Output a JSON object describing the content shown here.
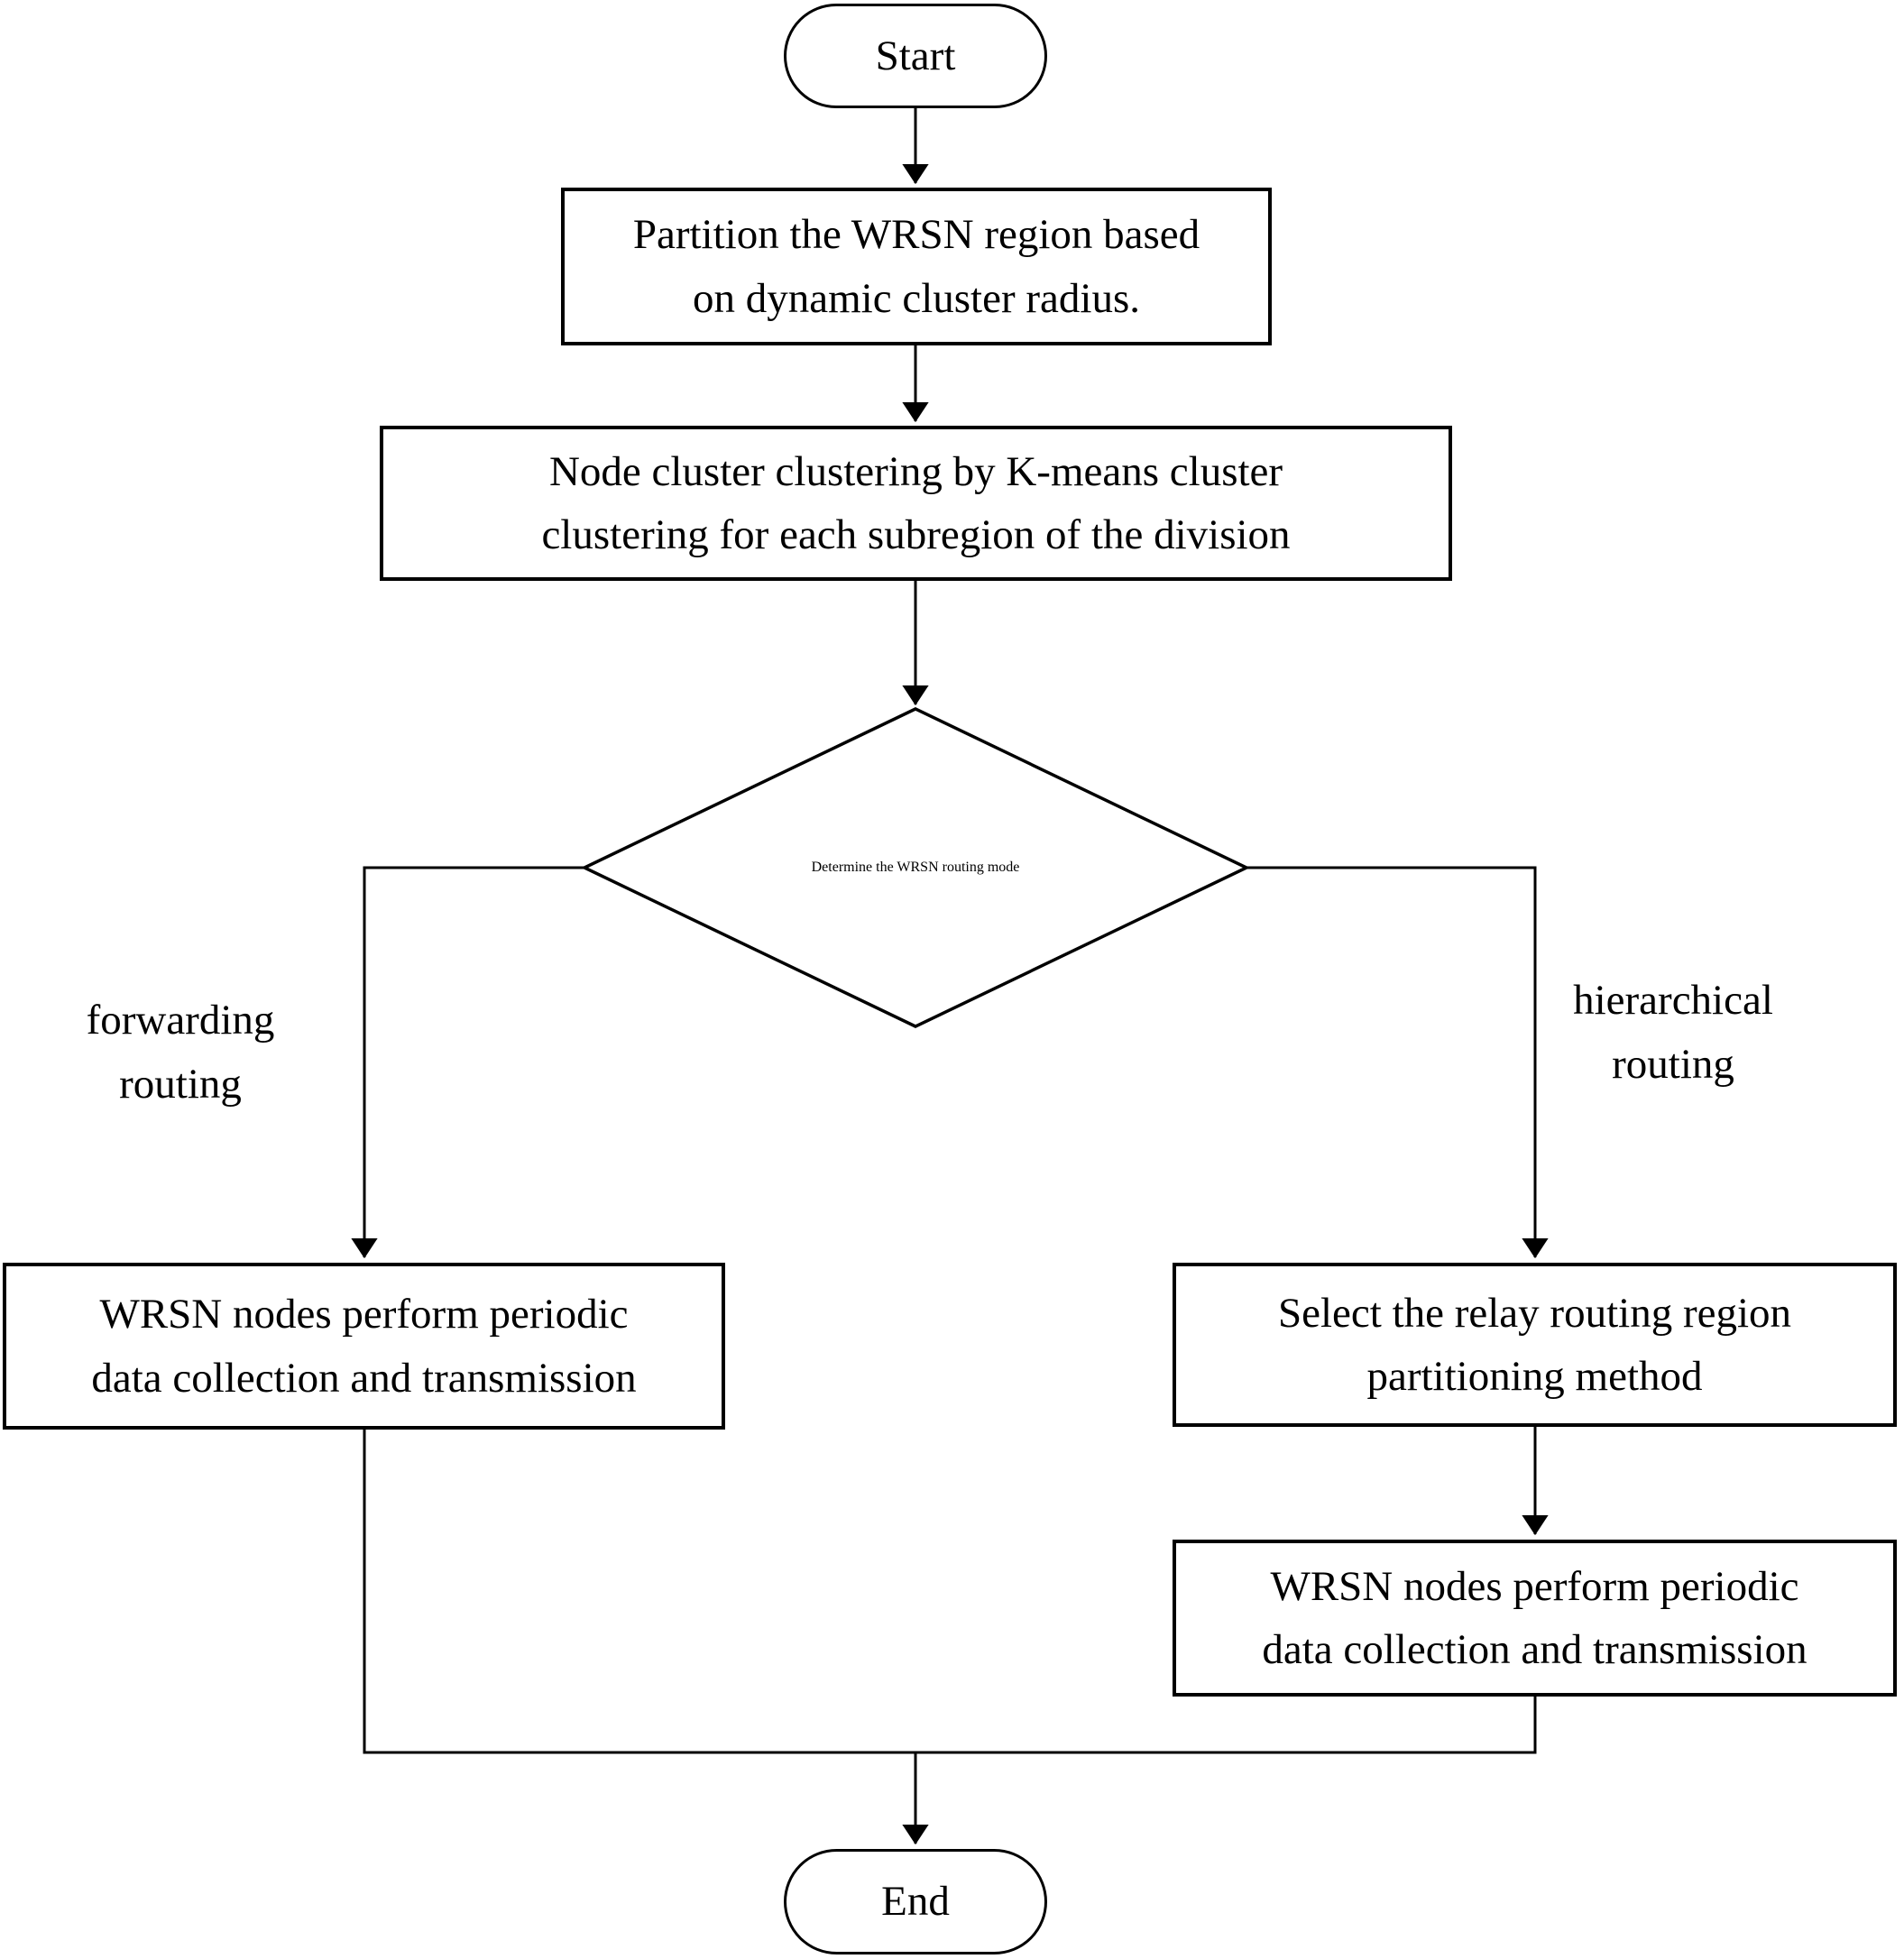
{
  "figure": {
    "type": "flowchart",
    "background_color": "#ffffff",
    "stroke_color": "#000000",
    "text_color": "#000000"
  },
  "nodes": {
    "start": {
      "shape": "terminator",
      "label": "Start"
    },
    "partition": {
      "shape": "process",
      "label": "Partition the WRSN region based\non dynamic cluster radius."
    },
    "kmeans": {
      "shape": "process",
      "label": "Node cluster clustering by K-means cluster\nclustering for each subregion of the division"
    },
    "decision": {
      "shape": "decision",
      "label": "Determine the WRSN\nrouting mode"
    },
    "forward_process": {
      "shape": "process",
      "label": "WRSN nodes perform periodic\ndata collection and transmission"
    },
    "relay_select": {
      "shape": "process",
      "label": "Select the relay routing region\npartitioning method"
    },
    "hierarchical_process": {
      "shape": "process",
      "label": "WRSN nodes perform periodic\ndata collection and transmission"
    },
    "end": {
      "shape": "terminator",
      "label": "End"
    }
  },
  "edge_labels": {
    "forwarding": "forwarding\nrouting",
    "hierarchical": "hierarchical\nrouting"
  }
}
